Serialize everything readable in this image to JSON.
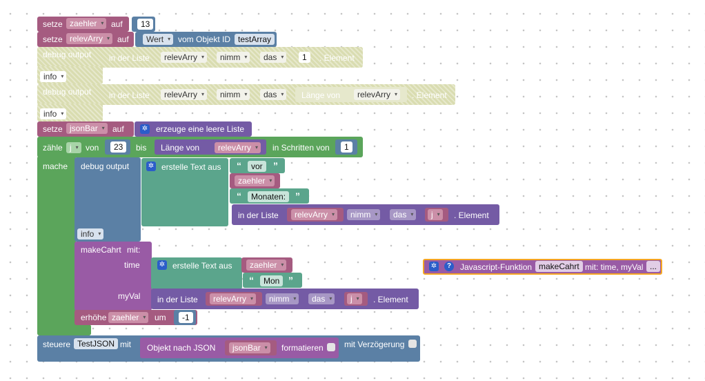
{
  "colors": {
    "var_block": "#a55b80",
    "var_field": "#cb8fa8",
    "number_block": "#5b80a5",
    "list_block": "#745ba5",
    "list_field": "#a797c5",
    "loop_block": "#5ba55b",
    "text_block": "#5ba58c",
    "func_block": "#995ba5",
    "debug_block": "#d9dcb0",
    "highlight": "#f5a623"
  },
  "row1": {
    "set": "setze",
    "var": "zaehler",
    "to": "auf",
    "value": "13"
  },
  "row2": {
    "set": "setze",
    "var": "relevArry",
    "to": "auf",
    "wert": "Wert",
    "from_obj": "vom Objekt ID",
    "obj_id": "testArray"
  },
  "debug1": {
    "label": "debug output",
    "in_list": "in der Liste",
    "list_var": "relevArry",
    "op": "nimm",
    "where": "das",
    "index": "1",
    "element": ". Element",
    "level": "info"
  },
  "debug2": {
    "label": "debug output",
    "in_list": "in der Liste",
    "list_var": "relevArry",
    "op": "nimm",
    "where": "das",
    "length_of": "Länge von",
    "length_var": "relevArry",
    "element": ". Element",
    "level": "info"
  },
  "row3": {
    "set": "setze",
    "var": "jsonBar",
    "to": "auf",
    "create": "erzeuge eine leere Liste"
  },
  "loop": {
    "count": "zähle",
    "var": "j",
    "from": "von",
    "from_val": "23",
    "to": "bis",
    "length_of": "Länge von",
    "length_var": "relevArry",
    "step_label": "in Schritten von",
    "step_val": "1",
    "do": "mache"
  },
  "inner_debug": {
    "label": "debug output",
    "create_text": "erstelle Text aus",
    "t1": "vor",
    "v1": "zaehler",
    "t2": "Monaten:",
    "in_list": "in der Liste",
    "list_var": "relevArry",
    "op": "nimm",
    "where": "das",
    "index_var": "j",
    "element": ". Element",
    "level": "info"
  },
  "func_call": {
    "name": "makeCahrt",
    "with": "mit:",
    "p1": "time",
    "create_text": "erstelle Text aus",
    "p1_var": "zaehler",
    "p1_text": "Mon",
    "p2": "myVal",
    "in_list": "in der Liste",
    "list_var": "relevArry",
    "op": "nimm",
    "where": "das",
    "index_var": "j",
    "element": ". Element"
  },
  "incr": {
    "label": "erhöhe",
    "var": "zaehler",
    "by": "um",
    "value": "-1"
  },
  "control": {
    "label": "steuere",
    "target": "TestJSON",
    "with": "mit",
    "obj_to_json": "Objekt nach JSON",
    "json_var": "jsonBar",
    "format": "formatieren",
    "delay": "mit Verzögerung"
  },
  "js_func": {
    "title": "Javascript-Funktion",
    "name": "makeCahrt",
    "params": "mit: time, myVal",
    "more": "..."
  }
}
